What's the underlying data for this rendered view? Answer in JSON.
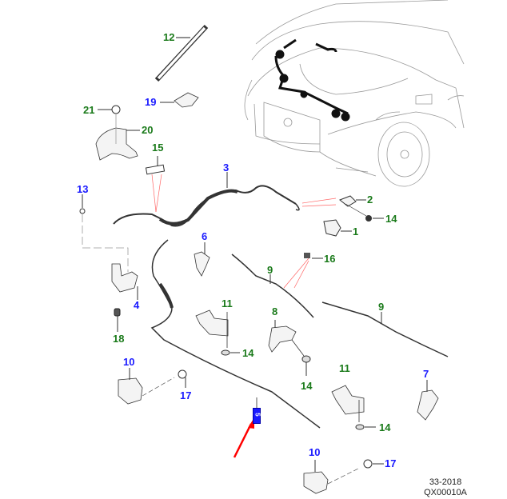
{
  "diagram": {
    "title": "Hood release cable and latch components",
    "callouts": [
      {
        "id": "12",
        "color": "green"
      },
      {
        "id": "19",
        "color": "blue"
      },
      {
        "id": "21",
        "color": "green"
      },
      {
        "id": "20",
        "color": "green"
      },
      {
        "id": "15",
        "color": "green"
      },
      {
        "id": "3",
        "color": "blue"
      },
      {
        "id": "13",
        "color": "blue"
      },
      {
        "id": "2",
        "color": "green"
      },
      {
        "id": "14",
        "color": "green"
      },
      {
        "id": "1",
        "color": "green"
      },
      {
        "id": "6",
        "color": "blue"
      },
      {
        "id": "16",
        "color": "green"
      },
      {
        "id": "9",
        "color": "green"
      },
      {
        "id": "4",
        "color": "blue"
      },
      {
        "id": "18",
        "color": "green"
      },
      {
        "id": "11",
        "color": "green"
      },
      {
        "id": "8",
        "color": "green"
      },
      {
        "id": "9",
        "color": "green"
      },
      {
        "id": "14",
        "color": "green"
      },
      {
        "id": "14",
        "color": "green"
      },
      {
        "id": "10",
        "color": "blue"
      },
      {
        "id": "17",
        "color": "blue"
      },
      {
        "id": "7",
        "color": "blue"
      },
      {
        "id": "11",
        "color": "green"
      },
      {
        "id": "14",
        "color": "green"
      },
      {
        "id": "10",
        "color": "blue"
      },
      {
        "id": "17",
        "color": "blue"
      }
    ],
    "highlighted_part": "5",
    "footer_code": "33-2018",
    "footer_ref": "QX00010A",
    "colors": {
      "green_label": "#1a7a1a",
      "blue_label": "#1a1aff",
      "highlight": "#1a1aff",
      "arrow": "#ff0000",
      "leader_red": "#ff6666"
    }
  }
}
